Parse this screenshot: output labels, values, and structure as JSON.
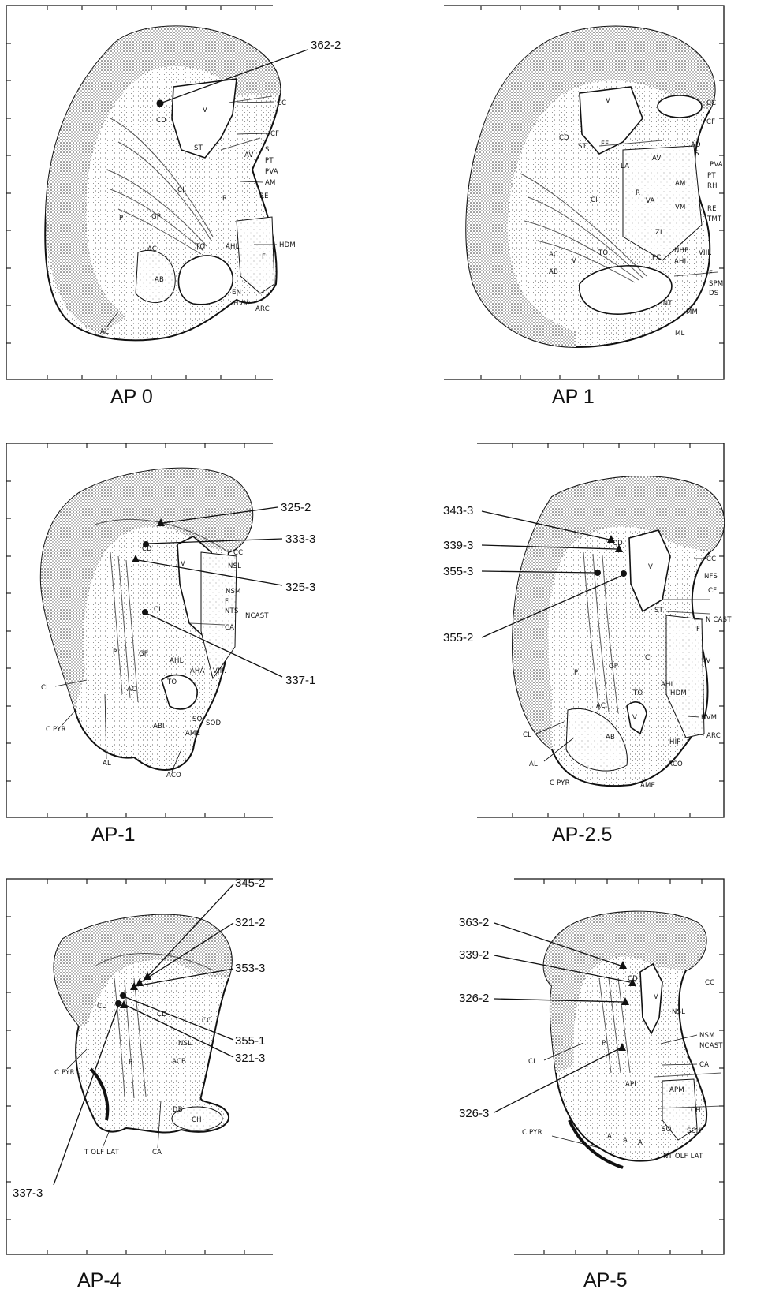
{
  "panels": [
    {
      "id": "ap0",
      "title": "AP 0",
      "sites": [
        {
          "id": "362-2",
          "marker": "circle"
        }
      ],
      "labels": [
        "CC",
        "V",
        "CD",
        "CF",
        "ST",
        "AV",
        "S",
        "PT",
        "PVA",
        "AM",
        "RE",
        "CI",
        "R",
        "GP",
        "P",
        "HDM",
        "AHL",
        "TO",
        "AC",
        "F",
        "AB",
        "EN",
        "HVM",
        "ARC",
        "AL"
      ]
    },
    {
      "id": "ap1",
      "title": "AP 1",
      "sites": [],
      "labels": [
        "V",
        "CC",
        "CF",
        "CD",
        "ST",
        "FF",
        "AD",
        "S",
        "PVA",
        "LA",
        "AV",
        "PT",
        "AM",
        "RH",
        "R",
        "VA",
        "VM",
        "RE",
        "CI",
        "TMT",
        "ZI",
        "AC",
        "V",
        "NHP",
        "VIII.",
        "TO",
        "PC",
        "AHL",
        "AB",
        "F",
        "SPM",
        "DS",
        "INT",
        "MM",
        "ML"
      ]
    },
    {
      "id": "apm1",
      "title": "AP-1",
      "sites": [
        {
          "id": "325-2",
          "marker": "triangle"
        },
        {
          "id": "333-3",
          "marker": "circle"
        },
        {
          "id": "325-3",
          "marker": "triangle"
        },
        {
          "id": "337-1",
          "marker": "circle"
        }
      ],
      "labels": [
        "CD",
        "CC",
        "V",
        "NSL",
        "NSM",
        "F",
        "NTS",
        "CI",
        "NCAST",
        "CA",
        "P",
        "GP",
        "AHL",
        "AHA",
        "VIII.",
        "CL",
        "TO",
        "AC",
        "C PYR",
        "SO",
        "SOD",
        "ABI",
        "AME",
        "AL",
        "ACO"
      ]
    },
    {
      "id": "apm25",
      "title": "AP-2.5",
      "sites": [
        {
          "id": "343-3",
          "marker": "triangle"
        },
        {
          "id": "339-3",
          "marker": "triangle"
        },
        {
          "id": "355-3",
          "marker": "circle"
        },
        {
          "id": "355-2",
          "marker": "circle"
        }
      ],
      "labels": [
        "CD",
        "V",
        "CC",
        "NFS",
        "CF",
        "ST",
        "N CAST",
        "F",
        "PV",
        "CI",
        "GP",
        "P",
        "AHL",
        "HDM",
        "TO",
        "AC",
        "V",
        "HVM",
        "CL",
        "AB",
        "HIP",
        "ARC",
        "AL",
        "ACO",
        "C PYR",
        "AME"
      ]
    },
    {
      "id": "apm4",
      "title": "AP-4",
      "sites": [
        {
          "id": "345-2",
          "marker": "triangle"
        },
        {
          "id": "321-2",
          "marker": "triangle"
        },
        {
          "id": "353-3",
          "marker": "triangle"
        },
        {
          "id": "355-1",
          "marker": "circle"
        },
        {
          "id": "321-3",
          "marker": "triangle"
        },
        {
          "id": "337-3",
          "marker": "circle"
        }
      ],
      "labels": [
        "CL",
        "CD",
        "CC",
        "NSL",
        "ACB",
        "P",
        "C PYR",
        "DB",
        "CH",
        "T OLF LAT",
        "CA"
      ]
    },
    {
      "id": "apm5",
      "title": "AP-5",
      "sites": [
        {
          "id": "363-2",
          "marker": "triangle"
        },
        {
          "id": "339-2",
          "marker": "triangle"
        },
        {
          "id": "326-2",
          "marker": "triangle"
        },
        {
          "id": "326-3",
          "marker": "triangle"
        }
      ],
      "labels": [
        "CD",
        "CC",
        "V",
        "NSL",
        "NSM",
        "NCAST",
        "P",
        "CL",
        "CA",
        "APL",
        "APM",
        "CH",
        "SO",
        "SCH",
        "C PYR",
        "A",
        "A",
        "A",
        "NT OLF LAT"
      ]
    }
  ]
}
